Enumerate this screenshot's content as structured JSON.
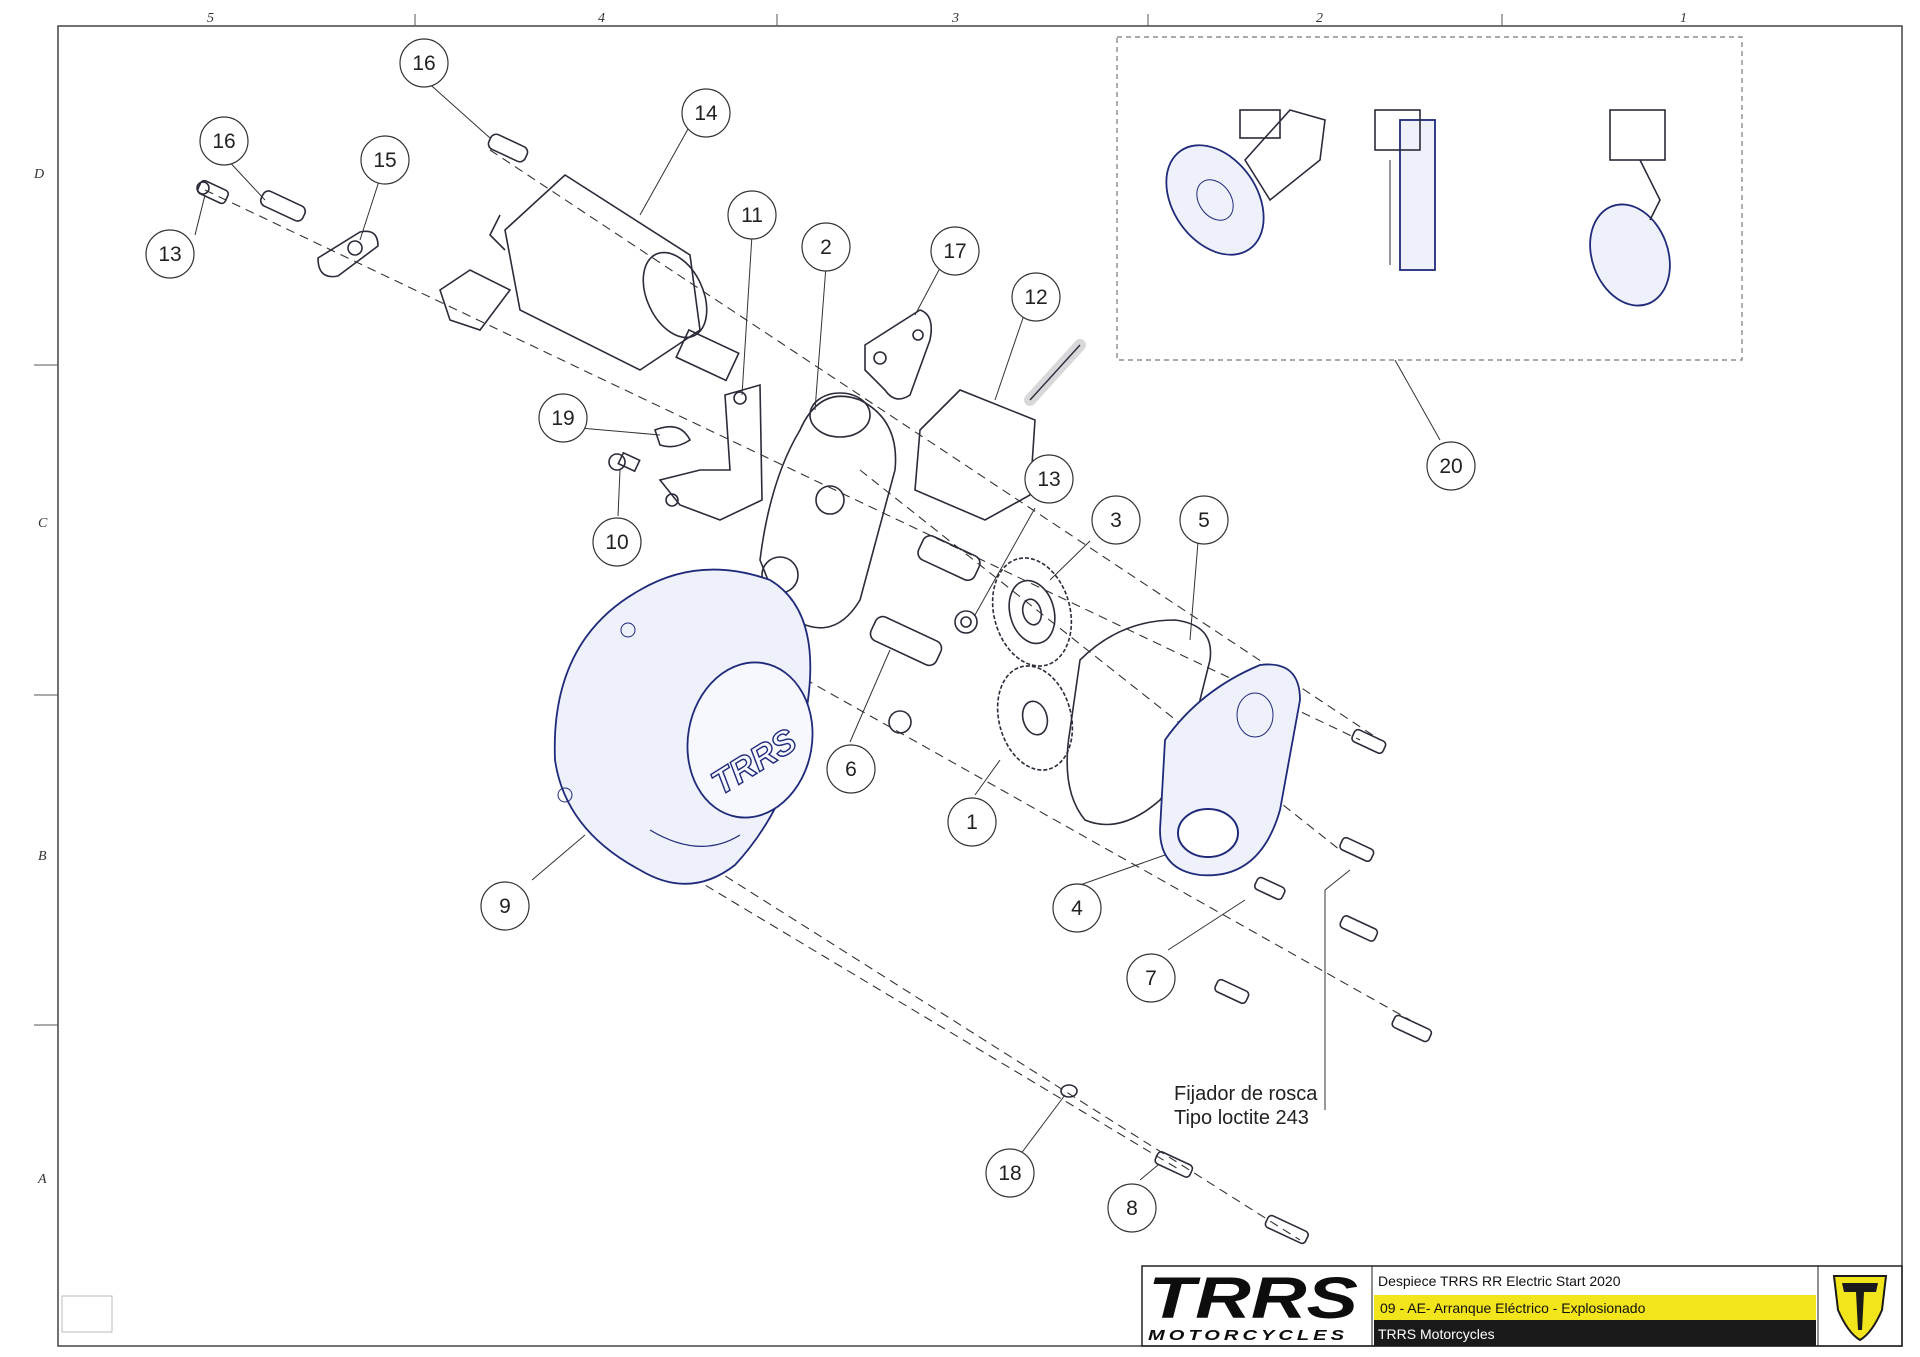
{
  "grid": {
    "columns": [
      "5",
      "4",
      "3",
      "2",
      "1"
    ],
    "rows": [
      "D",
      "C",
      "B",
      "A"
    ]
  },
  "callouts": [
    {
      "label": "16"
    },
    {
      "label": "16"
    },
    {
      "label": "15"
    },
    {
      "label": "13"
    },
    {
      "label": "14"
    },
    {
      "label": "11"
    },
    {
      "label": "2"
    },
    {
      "label": "17"
    },
    {
      "label": "12"
    },
    {
      "label": "19"
    },
    {
      "label": "10"
    },
    {
      "label": "13"
    },
    {
      "label": "3"
    },
    {
      "label": "5"
    },
    {
      "label": "6"
    },
    {
      "label": "1"
    },
    {
      "label": "9"
    },
    {
      "label": "4"
    },
    {
      "label": "7"
    },
    {
      "label": "18"
    },
    {
      "label": "8"
    },
    {
      "label": "20"
    }
  ],
  "note": {
    "line1": "Fijador de rosca",
    "line2": "Tipo loctite 243"
  },
  "title_block": {
    "brand": "TRRS",
    "brand_sub": "MOTORCYCLES",
    "line1": "Despiece TRRS RR Electric Start 2020",
    "line2": "09 - AE- Arranque Eléctrico - Explosionado",
    "line3": "TRRS Motorcycles",
    "highlight_color": "#f2e51c",
    "dark_color": "#1a1a1a",
    "logo_icon": "trrs-shield-icon"
  },
  "colors": {
    "cover_outline": "#1f2a7a",
    "line": "#2b2b3a"
  }
}
